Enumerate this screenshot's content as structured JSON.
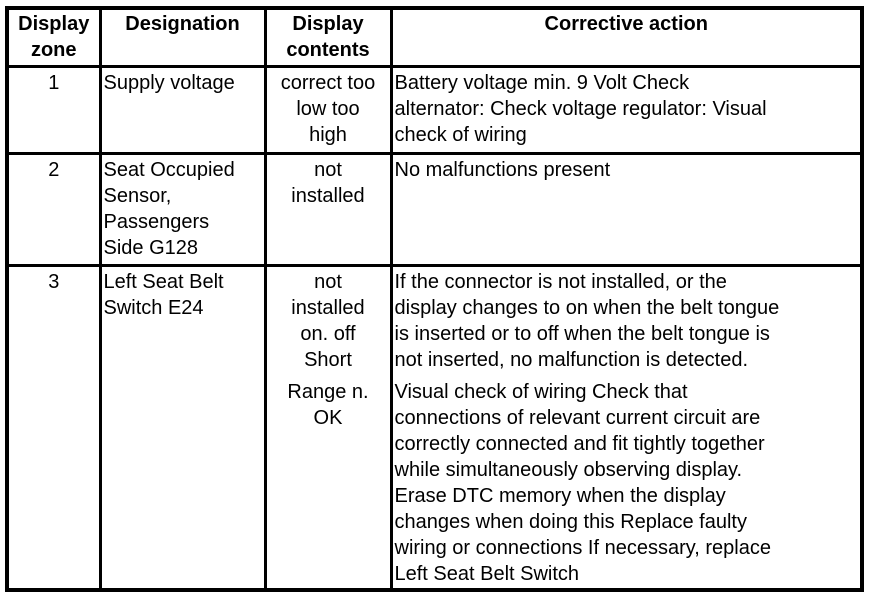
{
  "table": {
    "headers": [
      "Display\nzone",
      "Designation",
      "Display\ncontents",
      "Corrective action"
    ],
    "rows": [
      {
        "zone": "1",
        "designation": "Supply voltage",
        "contents": [
          "correct too\nlow too\nhigh"
        ],
        "action": [
          "Battery voltage min. 9 Volt Check\nalternator: Check voltage regulator: Visual\ncheck of wiring"
        ]
      },
      {
        "zone": "2",
        "designation": "Seat Occupied\nSensor,\nPassengers\nSide G128",
        "contents": [
          "not\ninstalled"
        ],
        "action": [
          "No malfunctions present"
        ]
      },
      {
        "zone": "3",
        "designation": "Left Seat Belt\nSwitch E24",
        "contents": [
          "not\ninstalled\non. off\nShort",
          "Range n.\nOK"
        ],
        "action": [
          "If the connector is not installed, or the\ndisplay changes to on when the belt tongue\nis inserted or to off when the belt tongue is\nnot inserted, no malfunction is detected.",
          "Visual check of wiring Check that\nconnections of relevant current circuit are\ncorrectly connected and fit tightly together\nwhile simultaneously observing display.\nErase DTC memory when the display\nchanges when doing this Replace faulty\nwiring or connections If necessary, replace\nLeft Seat Belt Switch"
        ]
      }
    ]
  }
}
